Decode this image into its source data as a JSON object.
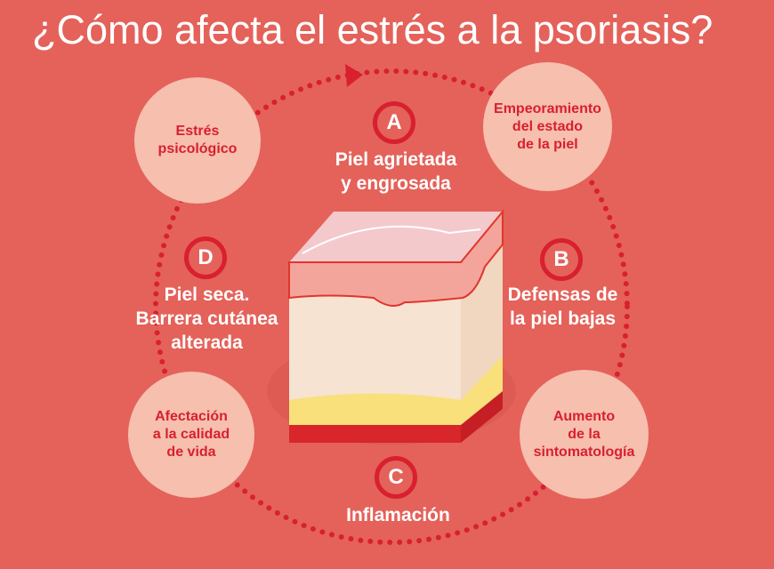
{
  "title": "¿Cómo afecta el estrés a la psoriasis?",
  "cycle": [
    {
      "text": "Estrés\npsicológico"
    },
    {
      "text": "Empeoramiento\ndel estado\nde la piel"
    },
    {
      "text": "Aumento\nde la\nsintomatología"
    },
    {
      "text": "Afectación\na la calidad\nde vida"
    }
  ],
  "effects": [
    {
      "letter": "A",
      "text": "Piel agrietada\ny engrosada"
    },
    {
      "letter": "B",
      "text": "Defensas de\nla piel bajas"
    },
    {
      "letter": "C",
      "text": "Inflamación"
    },
    {
      "letter": "D",
      "text": "Piel seca.\nBarrera cutánea\nalterada"
    }
  ],
  "colors": {
    "background": "#e4625a",
    "bubble": "#f6bfae",
    "accent": "#d8202f"
  }
}
